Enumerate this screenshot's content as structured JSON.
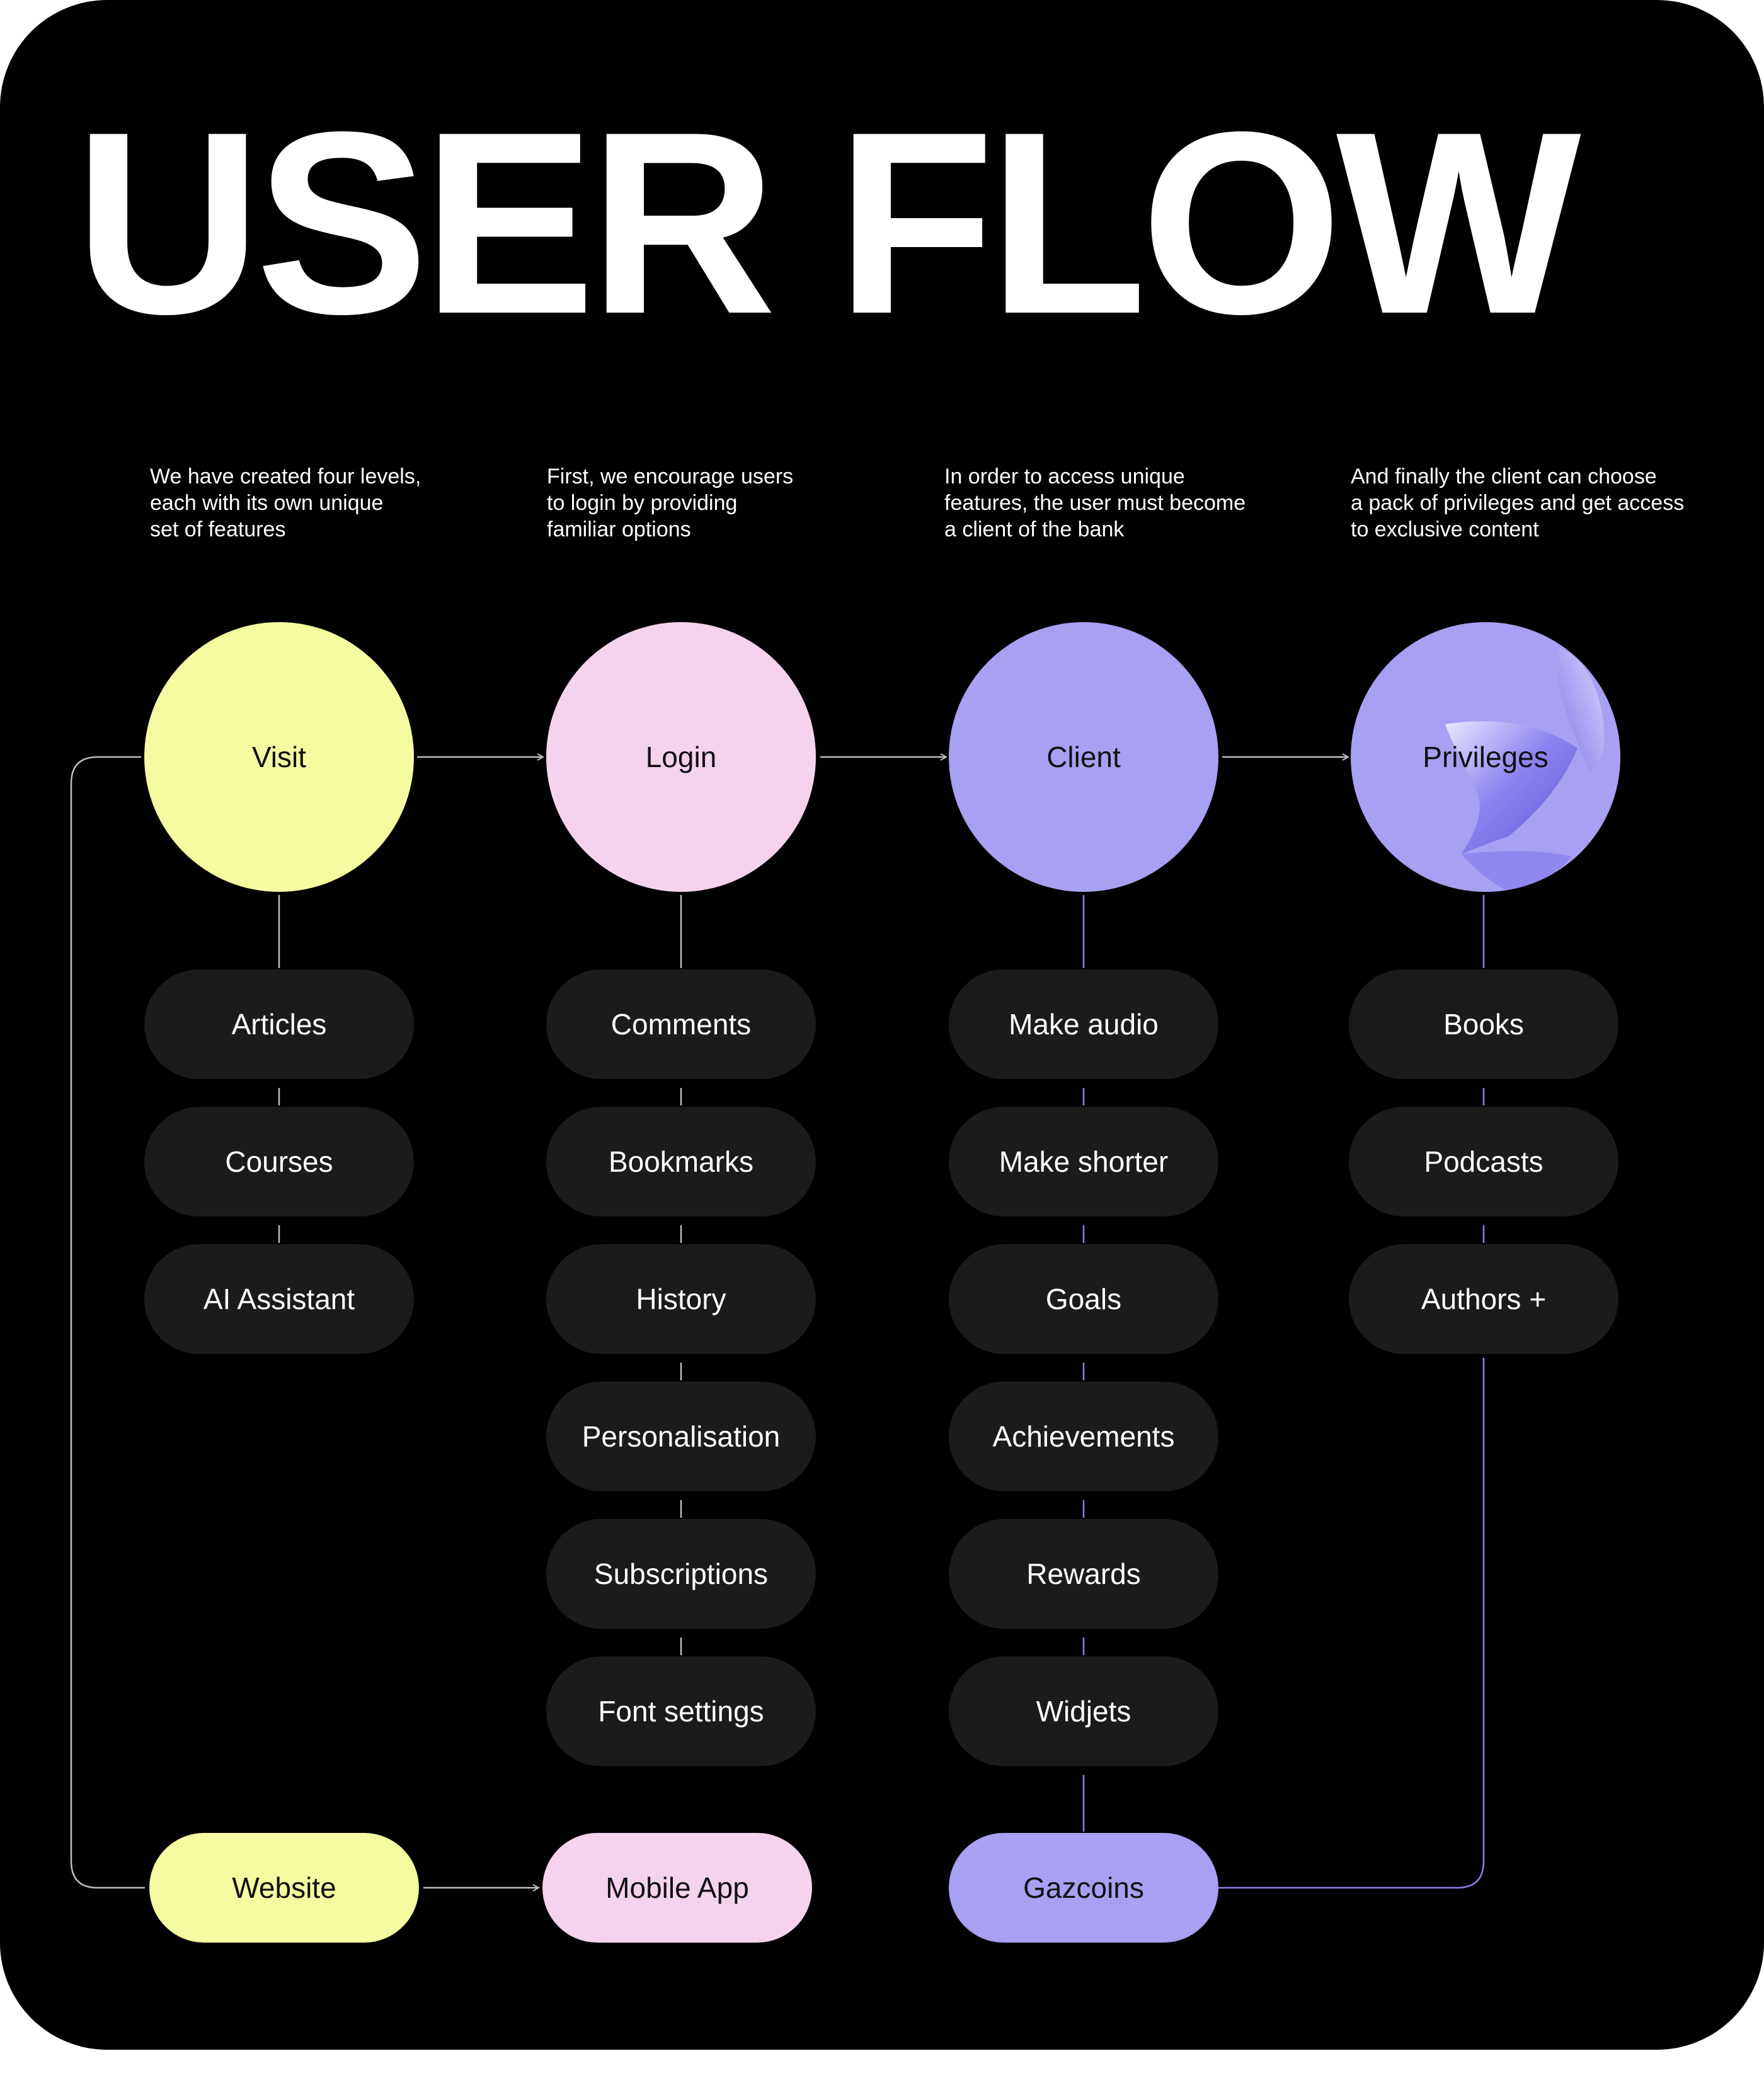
{
  "title": "USER FLOW",
  "colors": {
    "background": "#000000",
    "visit": "#f5fba0",
    "login": "#f5d3ec",
    "client": "#a8a0f2",
    "privileges": "#a8a0f2",
    "pill": "#1b1b1b",
    "connector_light": "#bdbdbd",
    "connector_accent": "#8a80e6"
  },
  "columns": [
    {
      "id": "visit",
      "description": "We have created four levels,\neach with its own unique\nset of features",
      "stage": "Visit",
      "features": [
        "Articles",
        "Courses",
        "AI Assistant"
      ]
    },
    {
      "id": "login",
      "description": "First, we encourage users\nto login by providing\nfamiliar options",
      "stage": "Login",
      "features": [
        "Comments",
        "Bookmarks",
        "History",
        "Personalisation",
        "Subscriptions",
        "Font settings"
      ]
    },
    {
      "id": "client",
      "description": "In order to access unique\nfeatures, the user must become\na client of the bank",
      "stage": "Client",
      "features": [
        "Make audio",
        "Make shorter",
        "Goals",
        "Achievements",
        "Rewards",
        "Widjets"
      ]
    },
    {
      "id": "privileges",
      "description": "And finally the client can choose\na pack of privileges and get access\nto exclusive content",
      "stage": "Privileges",
      "features": [
        "Books",
        "Podcasts",
        "Authors +"
      ]
    }
  ],
  "platforms": [
    "Website",
    "Mobile App",
    "Gazcoins"
  ]
}
